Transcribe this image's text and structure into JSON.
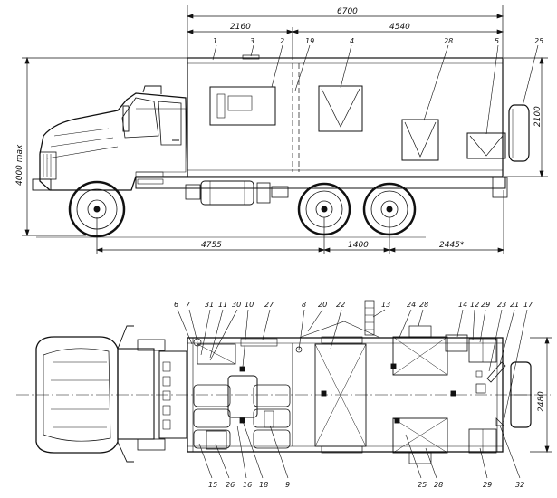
{
  "side_view": {
    "dimensions": {
      "overall_length": "6700",
      "front_section": "2160",
      "rear_section": "4540",
      "height_max": "4000 max",
      "body_height": "2100",
      "front_to_axle": "4755",
      "axle_spacing": "1400",
      "rear_overhang": "2445*"
    },
    "callouts": [
      "1",
      "3",
      "2",
      "19",
      "4",
      "28",
      "5",
      "25"
    ]
  },
  "top_view": {
    "dimensions": {
      "width": "2480"
    },
    "callouts_top": [
      "6",
      "7",
      "31",
      "11",
      "30",
      "10",
      "27",
      "8",
      "20",
      "22",
      "13",
      "24",
      "28",
      "14",
      "12",
      "29",
      "23",
      "21",
      "17"
    ],
    "callouts_bottom": [
      "15",
      "26",
      "16",
      "18",
      "9",
      "25",
      "28",
      "29",
      "32"
    ]
  }
}
